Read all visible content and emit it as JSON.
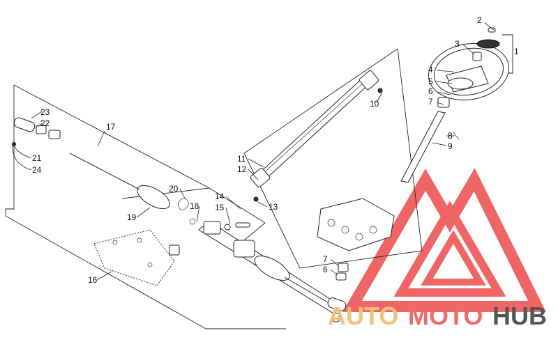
{
  "callouts": [
    "1",
    "2",
    "3",
    "4",
    "5",
    "6",
    "7",
    "8",
    "9",
    "10",
    "11",
    "12",
    "13",
    "14",
    "15",
    "16",
    "17",
    "18",
    "19",
    "20",
    "21",
    "22",
    "23",
    "24",
    "7",
    "6"
  ],
  "watermark": {
    "part1": "AUTO",
    "part2": "MOTO",
    "part3": "HUB",
    "color_auto": "#f3c27a",
    "color_moto": "#ef6a6a",
    "color_hub": "#555555",
    "logo_color": "#ee4b4b"
  }
}
